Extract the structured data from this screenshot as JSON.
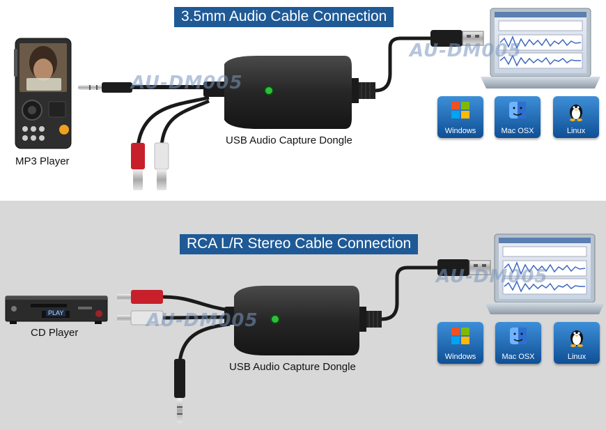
{
  "top_section": {
    "title": "3.5mm Audio Cable Connection",
    "device_label": "MP3 Player",
    "dongle_label": "USB Audio Capture Dongle",
    "watermark_dongle": "AU-DM005",
    "watermark_usb": "AU-DM005"
  },
  "bottom_section": {
    "title": "RCA L/R Stereo Cable Connection",
    "device_label": "CD Player",
    "dongle_label": "USB Audio Capture Dongle",
    "watermark_dongle": "AU-DM005",
    "watermark_usb": "AU-DM005",
    "cd_display": "PLAY"
  },
  "os_tiles": [
    {
      "label": "Windows",
      "icon": "windows-logo-icon"
    },
    {
      "label": "Mac OSX",
      "icon": "mac-face-icon"
    },
    {
      "label": "Linux",
      "icon": "tux-penguin-icon"
    }
  ],
  "colors": {
    "banner": "#1f5a96",
    "bottom_background": "#d8d8d8",
    "rca_red": "#c8202a",
    "rca_white": "#e8e8e8",
    "dongle": "#2a2a2a",
    "led": "#2fbf3a"
  }
}
